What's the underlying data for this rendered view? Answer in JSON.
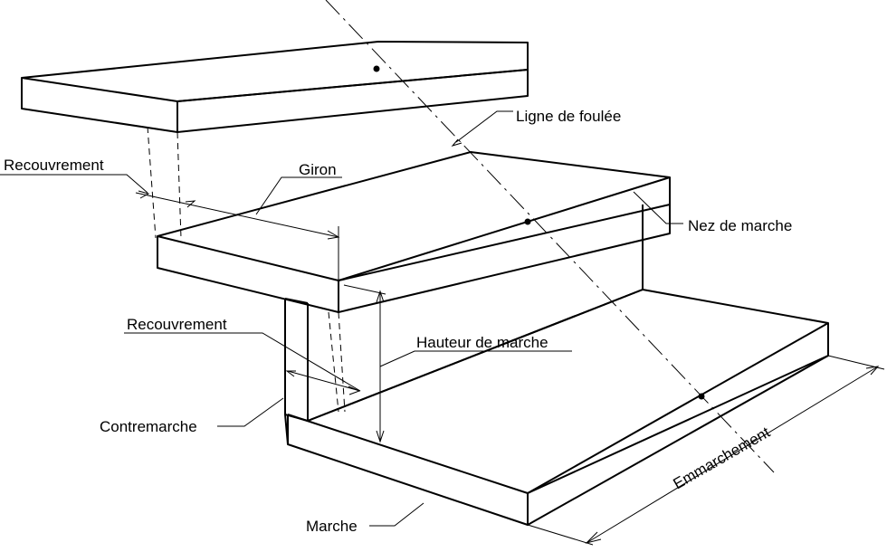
{
  "labels": {
    "ligne_de_foulee": "Ligne de foulée",
    "recouvrement_top": "Recouvrement",
    "giron": "Giron",
    "nez_de_marche": "Nez de marche",
    "recouvrement_mid": "Recouvrement",
    "hauteur_de_marche": "Hauteur de marche",
    "contremarche": "Contremarche",
    "emmarchement": "Emmarchement",
    "marche": "Marche"
  }
}
